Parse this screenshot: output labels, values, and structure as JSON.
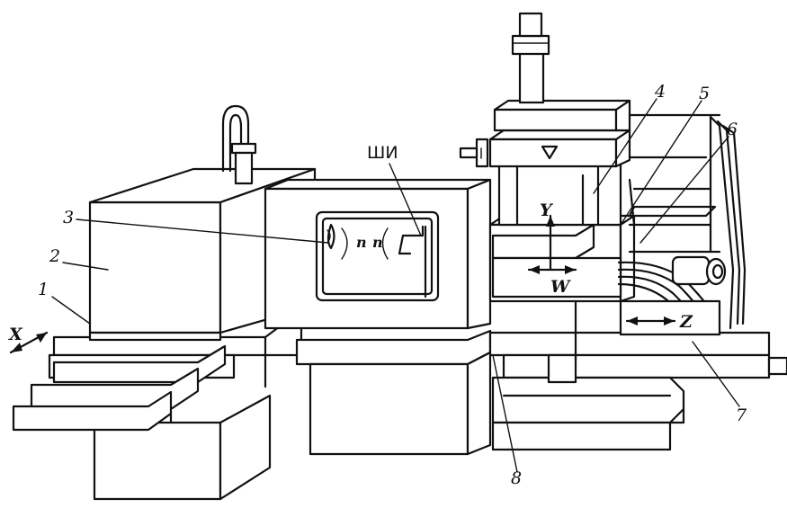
{
  "diagram": {
    "part_labels": {
      "p1": "1",
      "p2": "2",
      "p3": "3",
      "p4": "4",
      "p5": "5",
      "p6": "6",
      "p7": "7",
      "p8": "8"
    },
    "tool_label": "ШИ",
    "axes": {
      "x": "X",
      "y": "Y",
      "z": "Z",
      "w": "W"
    },
    "spindle_speed_symbol": "n"
  }
}
